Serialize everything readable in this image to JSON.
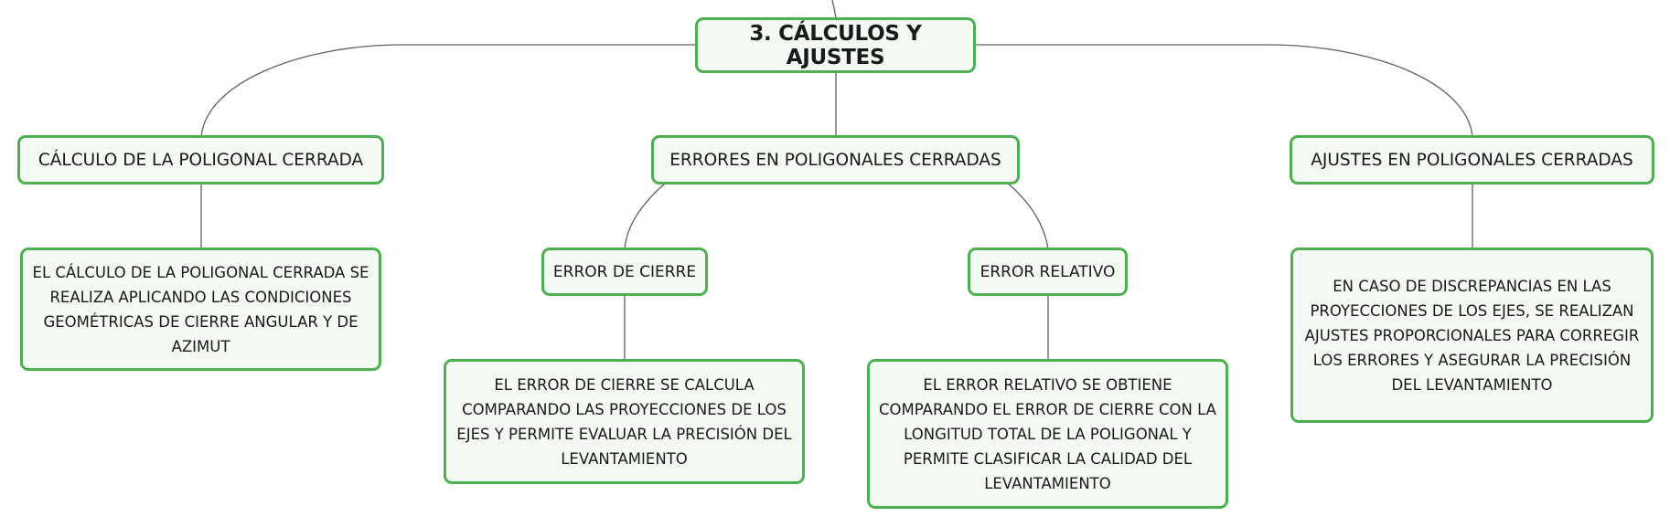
{
  "root": {
    "label": "3. CÁLCULOS Y AJUSTES"
  },
  "calculo": {
    "label": "CÁLCULO DE LA POLIGONAL CERRADA",
    "desc": "EL CÁLCULO DE LA POLIGONAL CERRADA SE REALIZA APLICANDO LAS CONDICIONES GEOMÉTRICAS DE CIERRE ANGULAR Y DE AZIMUT"
  },
  "errores": {
    "label": "ERRORES EN POLIGONALES CERRADAS",
    "error_cierre": {
      "label": "ERROR DE CIERRE",
      "desc": "EL ERROR DE CIERRE SE CALCULA COMPARANDO LAS PROYECCIONES DE LOS EJES Y PERMITE EVALUAR LA PRECISIÓN DEL LEVANTAMIENTO"
    },
    "error_relativo": {
      "label": "ERROR RELATIVO",
      "desc": "EL ERROR RELATIVO SE OBTIENE COMPARANDO EL ERROR DE CIERRE CON LA LONGITUD TOTAL DE LA POLIGONAL Y PERMITE CLASIFICAR LA CALIDAD DEL LEVANTAMIENTO"
    }
  },
  "ajustes": {
    "label": "AJUSTES EN POLIGONALES CERRADAS",
    "desc": "EN CASO DE DISCREPANCIAS EN LAS PROYECCIONES DE LOS EJES, SE REALIZAN AJUSTES PROPORCIONALES PARA CORREGIR LOS ERRORES Y ASEGURAR LA PRECISIÓN DEL LEVANTAMIENTO"
  },
  "colors": {
    "node_border": "#4caf50",
    "node_fill": "#f3faf4",
    "connector": "#606060"
  }
}
